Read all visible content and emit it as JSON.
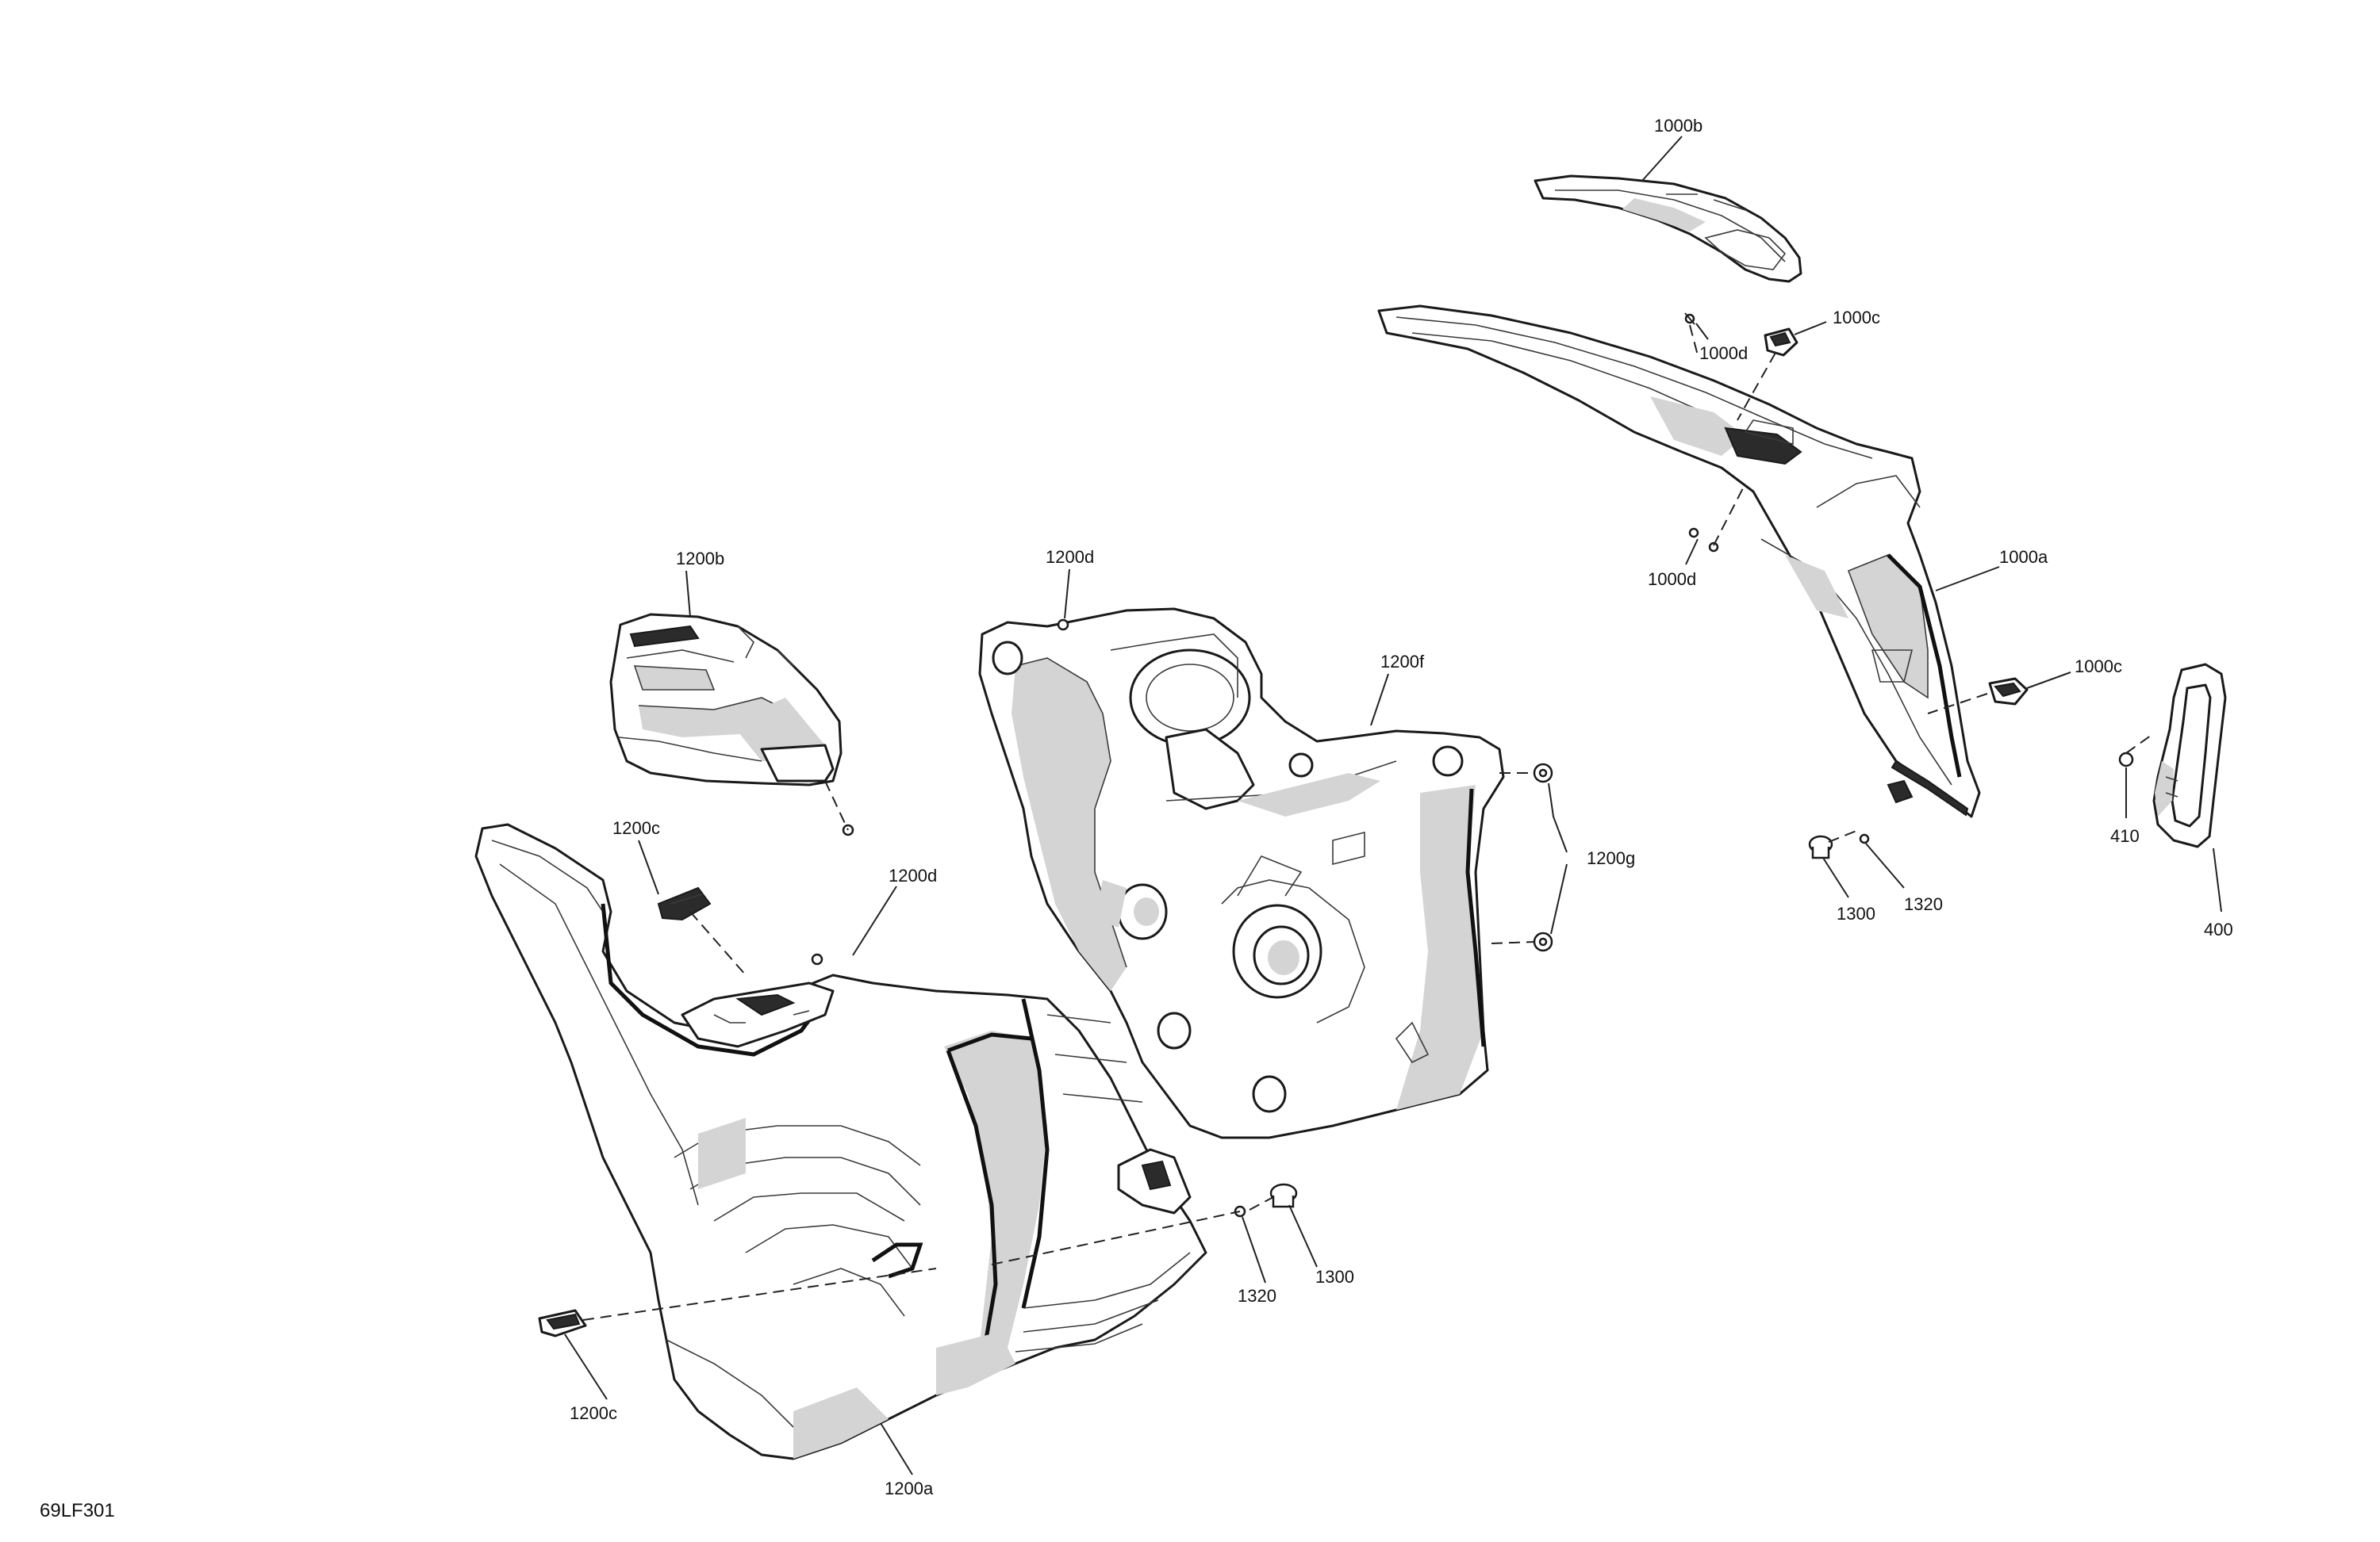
{
  "figure_ref": "69LF301",
  "callouts": {
    "p1000a": "1000a",
    "p1000b": "1000b",
    "p1000c_top": "1000c",
    "p1000c_right": "1000c",
    "p1000d_top": "1000d",
    "p1000d_mid": "1000d",
    "p1200a": "1200a",
    "p1200b": "1200b",
    "p1200c_top": "1200c",
    "p1200c_bottom": "1200c",
    "p1200d_top": "1200d",
    "p1200d_left": "1200d",
    "p1200f": "1200f",
    "p1200g": "1200g",
    "p1300_left": "1300",
    "p1300_right": "1300",
    "p1320_left": "1320",
    "p1320_right": "1320",
    "p400": "400",
    "p410": "410"
  }
}
